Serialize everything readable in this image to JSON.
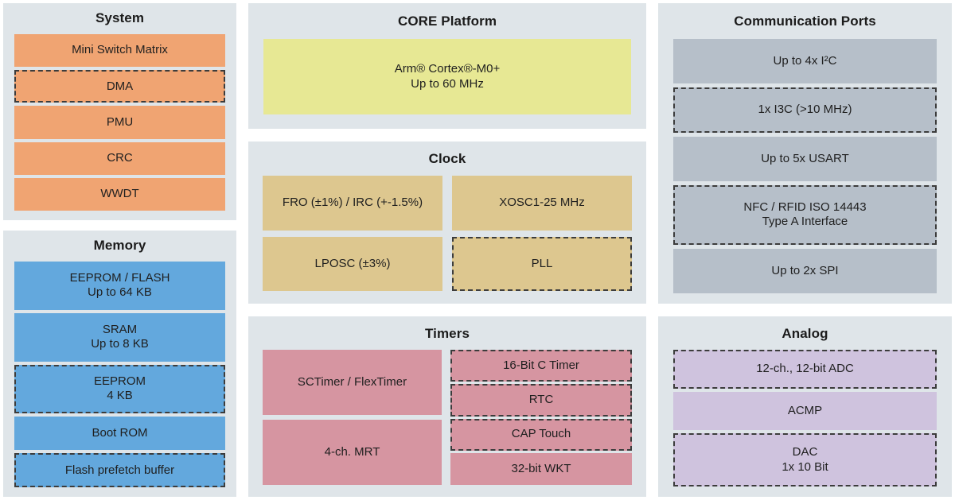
{
  "diagram": {
    "colors": {
      "panel_background": "#dfe5e9",
      "page_background": "#ffffff",
      "system": "#f0a472",
      "memory": "#63a8dd",
      "core": "#e7e894",
      "clock": "#ddc78f",
      "timers": "#d695a1",
      "comms": "#b6bfc9",
      "analog": "#cfc3de",
      "dashed_border": "#3c3c3c",
      "text": "#1f1f1f"
    },
    "panels": {
      "system": {
        "title": "System",
        "blocks": [
          {
            "label": "Mini Switch Matrix",
            "dashed": false
          },
          {
            "label": "DMA",
            "dashed": true
          },
          {
            "label": "PMU",
            "dashed": false
          },
          {
            "label": "CRC",
            "dashed": false
          },
          {
            "label": "WWDT",
            "dashed": false
          }
        ]
      },
      "memory": {
        "title": "Memory",
        "blocks": [
          {
            "line1": "EEPROM / FLASH",
            "line2": "Up to 64 KB",
            "dashed": false
          },
          {
            "line1": "SRAM",
            "line2": "Up to 8 KB",
            "dashed": false
          },
          {
            "line1": "EEPROM",
            "line2": "4 KB",
            "dashed": true
          },
          {
            "line1": "Boot ROM",
            "line2": "",
            "dashed": false
          },
          {
            "line1": "Flash prefetch buffer",
            "line2": "",
            "dashed": true
          }
        ]
      },
      "core": {
        "title": "CORE Platform",
        "blocks": [
          {
            "line1": "Arm® Cortex®-M0+",
            "line2": "Up to 60 MHz",
            "dashed": false
          }
        ]
      },
      "clock": {
        "title": "Clock",
        "blocks": [
          {
            "label": "FRO (±1%) / IRC (+-1.5%)",
            "dashed": false
          },
          {
            "label": "XOSC1-25 MHz",
            "dashed": false
          },
          {
            "label": "LPOSC (±3%)",
            "dashed": false
          },
          {
            "label": "PLL",
            "dashed": true
          }
        ]
      },
      "timers": {
        "title": "Timers",
        "left_blocks": [
          {
            "label": "SCTimer / FlexTimer",
            "dashed": false
          },
          {
            "label": "4-ch. MRT",
            "dashed": false
          }
        ],
        "right_blocks": [
          {
            "label": "16-Bit C Timer",
            "dashed": true
          },
          {
            "label": "RTC",
            "dashed": true
          },
          {
            "label": "CAP Touch",
            "dashed": true
          },
          {
            "label": "32-bit WKT",
            "dashed": false
          }
        ]
      },
      "comms": {
        "title": "Communication Ports",
        "blocks": [
          {
            "line1": "Up to 4x I²C",
            "line2": "",
            "dashed": false
          },
          {
            "line1": "1x I3C (>10 MHz)",
            "line2": "",
            "dashed": true
          },
          {
            "line1": "Up to 5x USART",
            "line2": "",
            "dashed": false
          },
          {
            "line1": "NFC / RFID ISO 14443",
            "line2": "Type A Interface",
            "dashed": true
          },
          {
            "line1": "Up to 2x SPI",
            "line2": "",
            "dashed": false
          }
        ]
      },
      "analog": {
        "title": "Analog",
        "blocks": [
          {
            "line1": "12-ch., 12-bit ADC",
            "line2": "",
            "dashed": true
          },
          {
            "line1": "ACMP",
            "line2": "",
            "dashed": false
          },
          {
            "line1": "DAC",
            "line2": "1x 10 Bit",
            "dashed": true
          }
        ]
      }
    }
  }
}
